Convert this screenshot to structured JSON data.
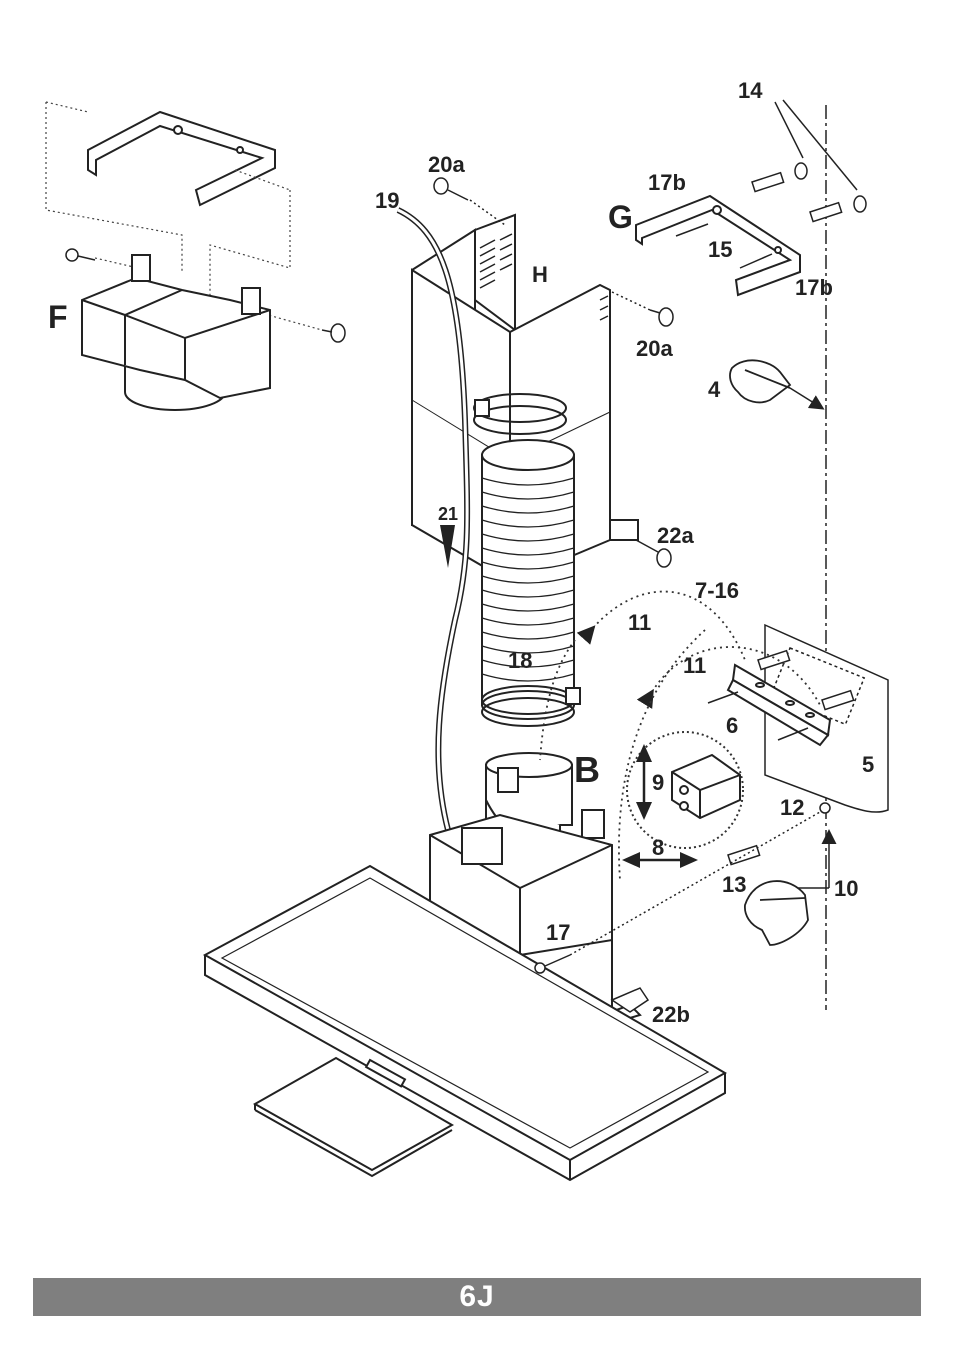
{
  "labels": {
    "l14": "14",
    "l20a_top": "20a",
    "l19": "19",
    "l17b_top": "17b",
    "lG": "G",
    "l15": "15",
    "l17b_bottom": "17b",
    "lH": "H",
    "lF": "F",
    "l20a_right": "20a",
    "l4": "4",
    "l21": "21",
    "l22a": "22a",
    "l7_16": "7-16",
    "l11_a": "11",
    "l11_b": "11",
    "l18": "18",
    "l6": "6",
    "l5": "5",
    "l9": "9",
    "lB": "B",
    "l12": "12",
    "l8": "8",
    "l13": "13",
    "l10": "10",
    "l17": "17",
    "l22b": "22b"
  },
  "footer": {
    "page_label": "6J",
    "bar_color": "#7f7f7f"
  },
  "colors": {
    "line": "#222222"
  }
}
